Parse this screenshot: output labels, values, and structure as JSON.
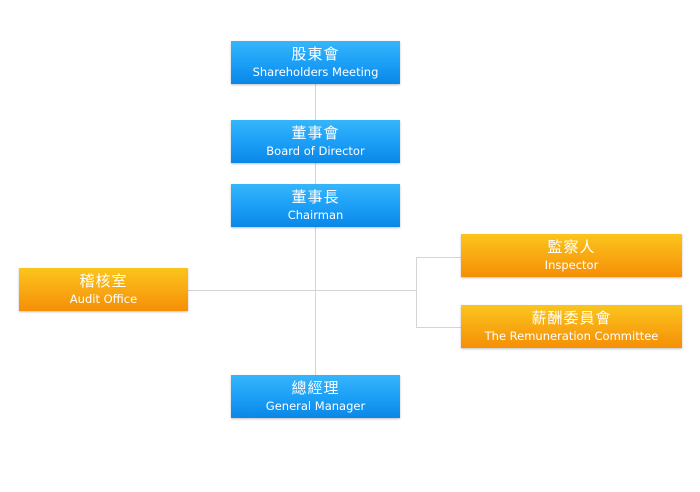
{
  "nodes": {
    "shareholders": {
      "zh": "股東會",
      "en": "Shareholders Meeting"
    },
    "board": {
      "zh": "董事會",
      "en": "Board of Director"
    },
    "chairman": {
      "zh": "董事長",
      "en": "Chairman"
    },
    "inspector": {
      "zh": "監察人",
      "en": "Inspector"
    },
    "remuneration": {
      "zh": "薪酬委員會",
      "en": "The Remuneration Committee"
    },
    "audit": {
      "zh": "稽核室",
      "en": "Audit Office"
    },
    "gm": {
      "zh": "總經理",
      "en": "General Manager"
    }
  },
  "colors": {
    "primary_box": "#1a9ef6",
    "secondary_box": "#f8a712",
    "connector": "#d4d4d4"
  }
}
